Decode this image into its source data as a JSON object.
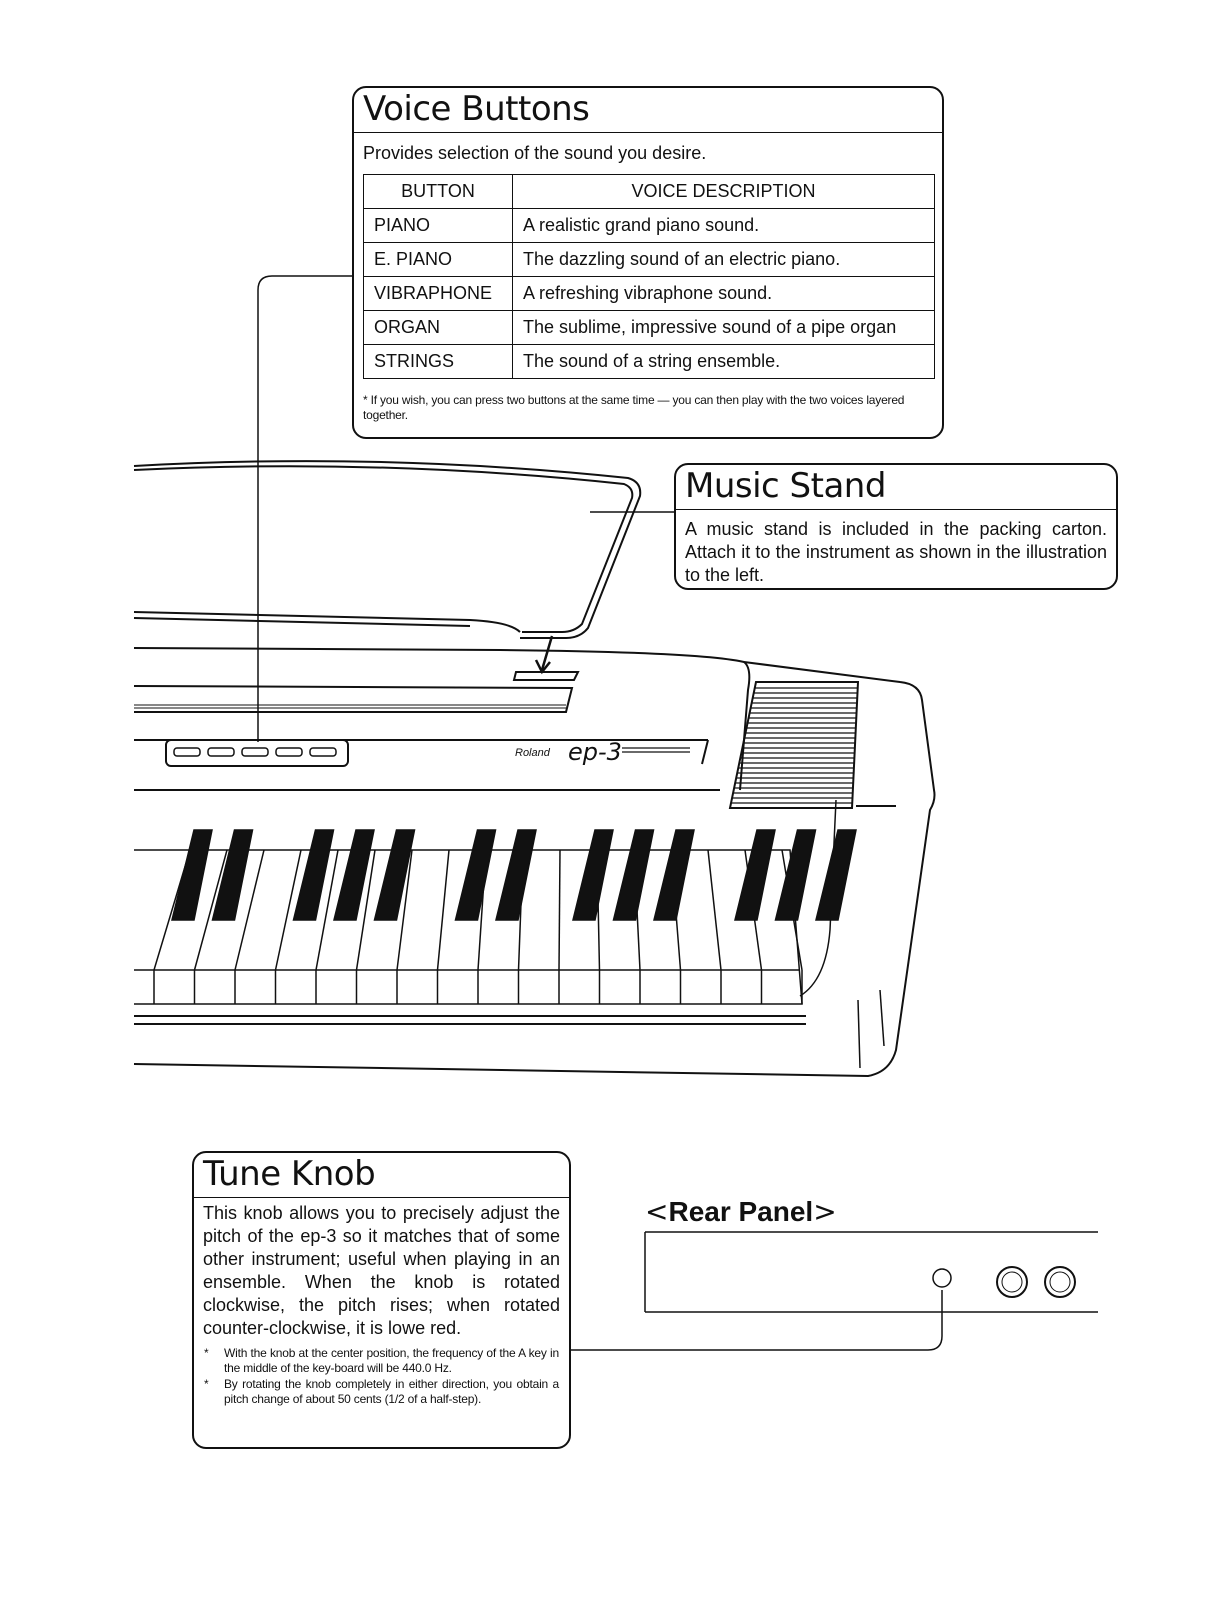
{
  "voice_buttons": {
    "title": "Voice Buttons",
    "intro": "Provides selection of the sound you desire.",
    "table": {
      "headers": [
        "BUTTON",
        "VOICE DESCRIPTION"
      ],
      "rows": [
        {
          "button": "PIANO",
          "description": "A realistic grand piano sound."
        },
        {
          "button": "E. PIANO",
          "description": "The dazzling sound of an electric piano."
        },
        {
          "button": "VIBRAPHONE",
          "description": "A refreshing vibraphone sound."
        },
        {
          "button": "ORGAN",
          "description": "The sublime, impressive sound of a pipe organ"
        },
        {
          "button": "STRINGS",
          "description": "The sound of a string ensemble."
        }
      ]
    },
    "note": "* If you wish, you can press two buttons at the same time — you can then play with the two voices layered together."
  },
  "music_stand": {
    "title": "Music Stand",
    "body": "A music stand is included in the packing carton. Attach it to the instrument as shown in the illustration to the left."
  },
  "tune_knob": {
    "title": "Tune Knob",
    "body": "This knob allows you to precisely adjust the pitch of the ep-3 so it matches that of some other instrument; useful when playing in an ensemble. When the knob is rotated clockwise, the pitch rises; when rotated counter-clockwise, it is lowe red.",
    "notes": [
      "With the knob at the center position, the frequency of the A key in the middle of the key-board will be 440.0 Hz.",
      "By rotating the knob completely in either direction, you obtain a pitch change of about 50 cents (1/2 of a half-step)."
    ],
    "note_bullet": "*"
  },
  "rear_panel": {
    "title_open": "<",
    "title": "Rear Panel",
    "title_close": ">"
  },
  "instrument": {
    "brand": "Roland",
    "model": "ep-3"
  }
}
